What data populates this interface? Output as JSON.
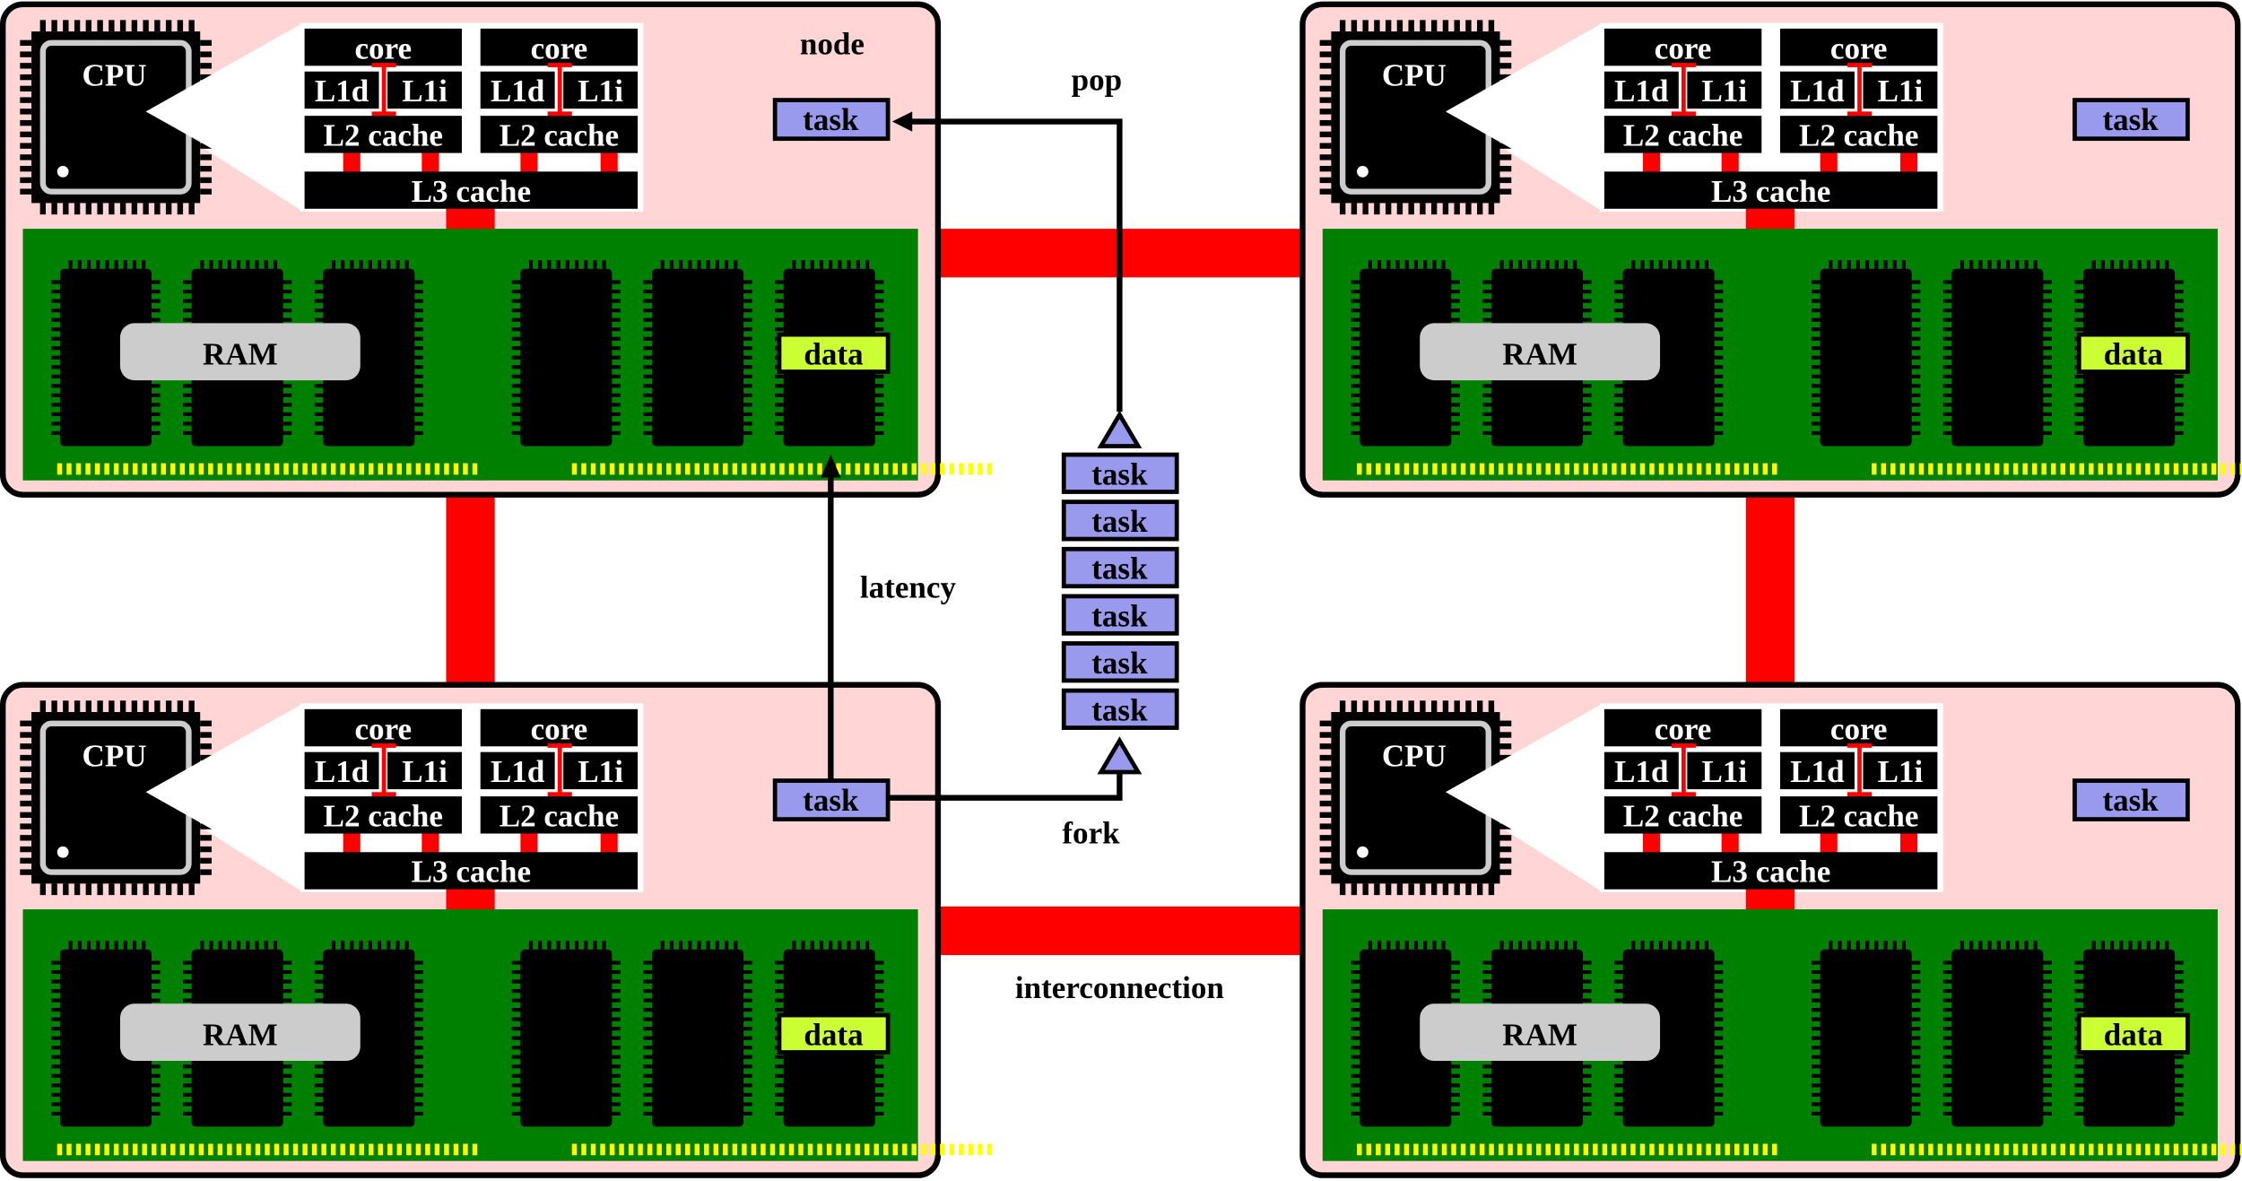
{
  "colors": {
    "node_fill": "#ffd5d5",
    "interconnect": "#ff0000",
    "ram_board": "#008000",
    "ram_pins": "#ffff00",
    "chip": "#000000",
    "ram_label_bg": "#cccccc",
    "data_tag": "#ccff33",
    "task_tag": "#9999ee",
    "outline": "#000000"
  },
  "labels": {
    "node": "node",
    "pop": "pop",
    "fork": "fork",
    "latency": "latency",
    "interconnection": "interconnection"
  },
  "cpu": {
    "label": "CPU",
    "core": "core",
    "l1d": "L1d",
    "l1i": "L1i",
    "l2": "L2 cache",
    "l3": "L3 cache"
  },
  "memory": {
    "ram": "RAM",
    "data": "data"
  },
  "task_label": "task",
  "queue": {
    "tasks": [
      "task",
      "task",
      "task",
      "task",
      "task",
      "task"
    ]
  },
  "nodes": [
    {
      "id": "top-left"
    },
    {
      "id": "top-right"
    },
    {
      "id": "bottom-left"
    },
    {
      "id": "bottom-right"
    }
  ]
}
